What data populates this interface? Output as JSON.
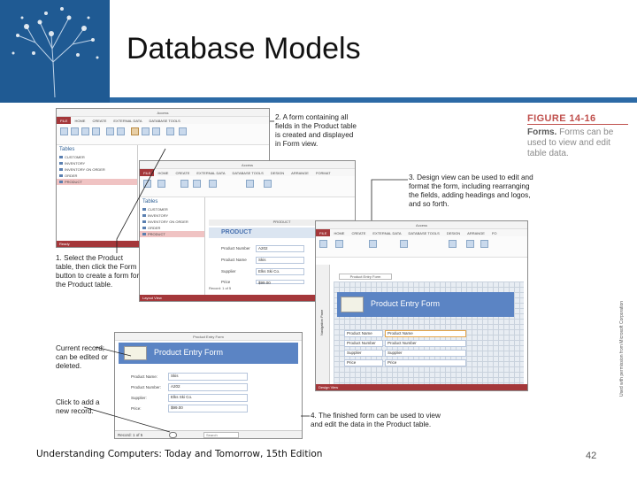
{
  "slide": {
    "title": "Database Models",
    "footer": "Understanding Computers: Today and Tomorrow, 15th Edition",
    "page_number": "42",
    "accent_color": "#2c6aa6",
    "figure_color": "#c0504d"
  },
  "figure": {
    "label": "FIGURE 14-16",
    "caption_lead": "Forms.",
    "caption_rest": " Forms can be used to view and edit table data.",
    "permission": "Used with permission from Microsoft Corporation"
  },
  "callouts": {
    "c1": "1. Select the Product table, then click the Form button to create a form for the Product table.",
    "c2": "2. A form containing all fields in the Product table is created and displayed in Form view.",
    "c3": "3. Design view can be used to edit and format the form, including rearranging the fields, adding headings and logos, and so forth.",
    "c4": "4. The finished form can be used to view and edit the data in the Product table.",
    "current_record": "Current record; can be edited or deleted.",
    "add_record": "Click to add a new record."
  },
  "screens": {
    "s1": {
      "title": "Access",
      "tabs": [
        "FILE",
        "HOME",
        "CREATE",
        "EXTERNAL DATA",
        "DATABASE TOOLS"
      ],
      "nav_header": "Tables",
      "items": [
        "CUSTOMER",
        "INVENTORY",
        "INVENTORY ON ORDER",
        "ORDER",
        "PRODUCT"
      ],
      "status": "Ready"
    },
    "s2": {
      "title": "Access",
      "tabs": [
        "FILE",
        "HOME",
        "CREATE",
        "EXTERNAL DATA",
        "DATABASE TOOLS",
        "DESIGN",
        "ARRANGE",
        "FORMAT"
      ],
      "nav_header": "Tables",
      "items": [
        "CUSTOMER",
        "INVENTORY",
        "INVENTORY ON ORDER",
        "ORDER",
        "PRODUCT"
      ],
      "form_tab": "PRODUCT",
      "form_title": "PRODUCT",
      "fields": [
        {
          "label": "Product Number",
          "value": "A202"
        },
        {
          "label": "Product Name",
          "value": "Skis"
        },
        {
          "label": "Supplier",
          "value": "Elks Ski Co."
        },
        {
          "label": "Price",
          "value": "$99.00"
        }
      ],
      "record_nav": "Record: 1 of 5",
      "status": "Layout View"
    },
    "s3": {
      "title": "Access",
      "tabs": [
        "FILE",
        "HOME",
        "CREATE",
        "EXTERNAL DATA",
        "DATABASE TOOLS",
        "DESIGN",
        "ARRANGE",
        "FO"
      ],
      "form_tab": "Product Entry Form",
      "form_title": "Product Entry Form",
      "fields": [
        {
          "label": "Product Name",
          "value": "Product Name"
        },
        {
          "label": "Product Number",
          "value": "Product Number"
        },
        {
          "label": "Supplier",
          "value": "Supplier"
        },
        {
          "label": "Price",
          "value": "Price"
        }
      ],
      "side_pane": "Navigation Pane",
      "status": "Design View"
    },
    "s4": {
      "title": "Product Entry Form",
      "form_title": "Product Entry Form",
      "fields": [
        {
          "label": "Product Name:",
          "value": "Skis"
        },
        {
          "label": "Product Number:",
          "value": "A202"
        },
        {
          "label": "Supplier:",
          "value": "Elks Ski Co."
        },
        {
          "label": "Price:",
          "value": "$99.00"
        }
      ],
      "record_nav": "Record: 1 of 5",
      "search": "Search"
    }
  }
}
